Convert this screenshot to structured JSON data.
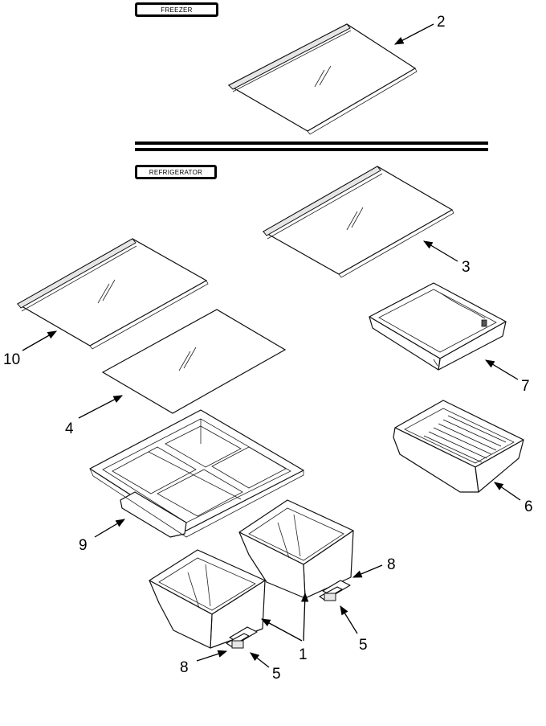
{
  "sections": {
    "freezer": "FREEZER",
    "refrigerator": "REFRIGERATOR"
  },
  "callouts": [
    {
      "id": "c2",
      "label": "2"
    },
    {
      "id": "c3",
      "label": "3"
    },
    {
      "id": "c10",
      "label": "10"
    },
    {
      "id": "c7",
      "label": "7"
    },
    {
      "id": "c4",
      "label": "4"
    },
    {
      "id": "c6",
      "label": "6"
    },
    {
      "id": "c9",
      "label": "9"
    },
    {
      "id": "c8a",
      "label": "8"
    },
    {
      "id": "c1",
      "label": "1"
    },
    {
      "id": "c5a",
      "label": "5"
    },
    {
      "id": "c8b",
      "label": "8"
    },
    {
      "id": "c5b",
      "label": "5"
    }
  ]
}
